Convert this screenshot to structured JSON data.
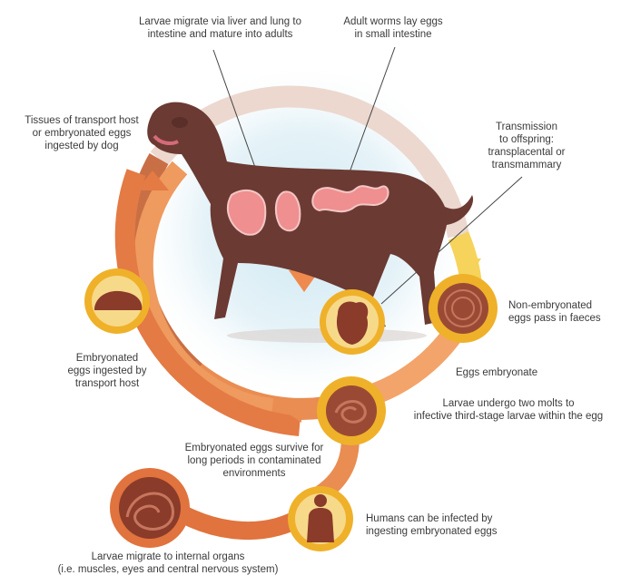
{
  "labels": {
    "larvae_migrate_liver_lung": "Larvae migrate via liver and lung to\nintestine and mature into adults",
    "adult_worms_lay_eggs": "Adult worms lay eggs\nin small intestine",
    "tissues_transport_host": "Tissues of transport host\nor embryonated eggs\ningested by dog",
    "transmission_offspring": "Transmission\nto offspring:\ntransplacental or\ntransmammary",
    "non_embryonated_eggs": "Non-embryonated\neggs pass in faeces",
    "embryonated_eggs_transport_host": "Embryonated\neggs ingested by\ntransport host",
    "eggs_embryonate": "Eggs embryonate",
    "larvae_two_molts": "Larvae undergo two molts to\ninfective third-stage larvae within the egg",
    "embryonated_eggs_survive": "Embryonated eggs survive for\nlong periods in contaminated\nenvironments",
    "humans_infected": "Humans can be infected by\ningesting embryonated eggs",
    "larvae_internal_organs": "Larvae migrate to internal organs\n(i.e. muscles, eyes and central nervous system)"
  },
  "icons": [
    "dog-icon",
    "puppy-icon",
    "rodent-icon",
    "egg-icon",
    "embryonated-egg-icon",
    "larva-icon",
    "human-icon"
  ],
  "colors": {
    "ring_light": "#ecd8cf",
    "ring_orange": "#e8844a",
    "ring_dark": "#c86a3a",
    "ring_yellow": "#f6c93c",
    "node_fill": "#efb12a",
    "node_inner": "#8a3b2a",
    "dog_body": "#6b3a33",
    "organ": "#ef8f8f",
    "text": "#3b3b3b"
  }
}
